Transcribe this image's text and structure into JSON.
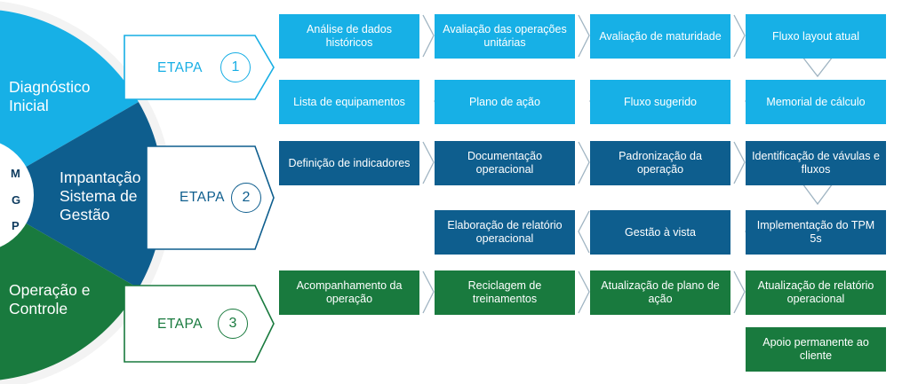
{
  "wheel": {
    "center_letters": [
      "M",
      "G",
      "P"
    ],
    "phases": [
      {
        "lines": [
          "Diagnóstico",
          "Inicial"
        ],
        "color": "#17b0e6"
      },
      {
        "lines": [
          "Impantação",
          "Sistema de",
          "Gestão"
        ],
        "color": "#0e5e8e"
      },
      {
        "lines": [
          "Operação e",
          "Controle"
        ],
        "color": "#197a3e"
      }
    ]
  },
  "stages": [
    {
      "word": "ETAPA",
      "number": "1",
      "color": "#17aee4"
    },
    {
      "word": "ETAPA",
      "number": "2",
      "color": "#0e5e8e"
    },
    {
      "word": "ETAPA",
      "number": "3",
      "color": "#197a3e"
    }
  ],
  "flow": {
    "etapa1": {
      "row1": [
        "Análise de dados históricos",
        "Avaliação das operações unitárias",
        "Avaliação de maturidade",
        "Fluxo layout atual"
      ],
      "row2": [
        "Lista de equipamentos",
        "Plano de ação",
        "Fluxo sugerido",
        "Memorial de cálculo"
      ]
    },
    "etapa2": {
      "row1": [
        "Definição de indicadores",
        "Documentação operacional",
        "Padronização da operação",
        "Identificação de vávulas e fluxos"
      ],
      "row2": [
        "Elaboração de relatório operacional",
        "Gestão à vista",
        "Implementação do TPM 5s"
      ]
    },
    "etapa3": {
      "row1": [
        "Acompanhamento da operação",
        "Reciclagem de treinamentos",
        "Atualização de plano de ação",
        "Atualização de relatório operacional"
      ],
      "row2": [
        "Apoio permanente ao cliente"
      ]
    }
  },
  "colors": {
    "etapa1": "#17b0e6",
    "etapa2": "#0e5e8e",
    "etapa3": "#197a3e",
    "arrow": "#9fb4c2"
  }
}
